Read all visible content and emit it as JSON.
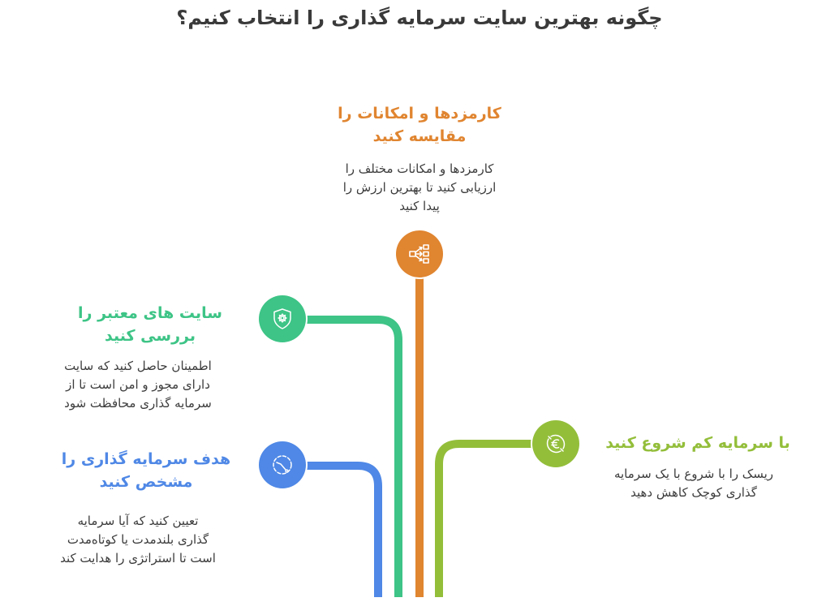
{
  "title": "چگونه بهترین سایت سرمایه گذاری را انتخاب کنیم؟",
  "colors": {
    "blue": "#4F88E6",
    "green": "#3DC486",
    "orange": "#E08530",
    "lime": "#93BE3A",
    "text": "#3C3C3C"
  },
  "steps": [
    {
      "id": "compare-fees",
      "color": "#E08530",
      "icon": "hierarchy-flow-icon",
      "heading_lines": [
        "کارمزدها و امکانات را",
        "مقایسه کنید"
      ],
      "description_lines": [
        "کارمزدها و امکانات مختلف را",
        "ارزیابی کنید تا بهترین ارزش را",
        "پیدا کنید"
      ]
    },
    {
      "id": "check-reputable-sites",
      "color": "#3DC486",
      "icon": "shield-gear-icon",
      "heading_lines": [
        "سایت های معتبر را",
        "بررسی کنید"
      ],
      "description_lines": [
        "اطمینان حاصل کنید که سایت",
        "دارای مجوز و امن است تا از",
        "سرمایه گذاری محافظت شود"
      ]
    },
    {
      "id": "start-small",
      "color": "#93BE3A",
      "icon": "euro-coin-icon",
      "heading_lines": [
        "با سرمایه کم شروع کنید"
      ],
      "description_lines": [
        "ریسک را با شروع با یک سرمایه",
        "گذاری کوچک کاهش دهید"
      ]
    },
    {
      "id": "define-goal",
      "color": "#4F88E6",
      "icon": "clock-timer-icon",
      "heading_lines": [
        "هدف سرمایه گذاری را",
        "مشخص کنید"
      ],
      "description_lines": [
        "تعیین کنید که آیا سرمایه",
        "گذاری بلندمدت یا کوتاه‌مدت",
        "است تا استراتژی را هدایت کند"
      ]
    }
  ]
}
